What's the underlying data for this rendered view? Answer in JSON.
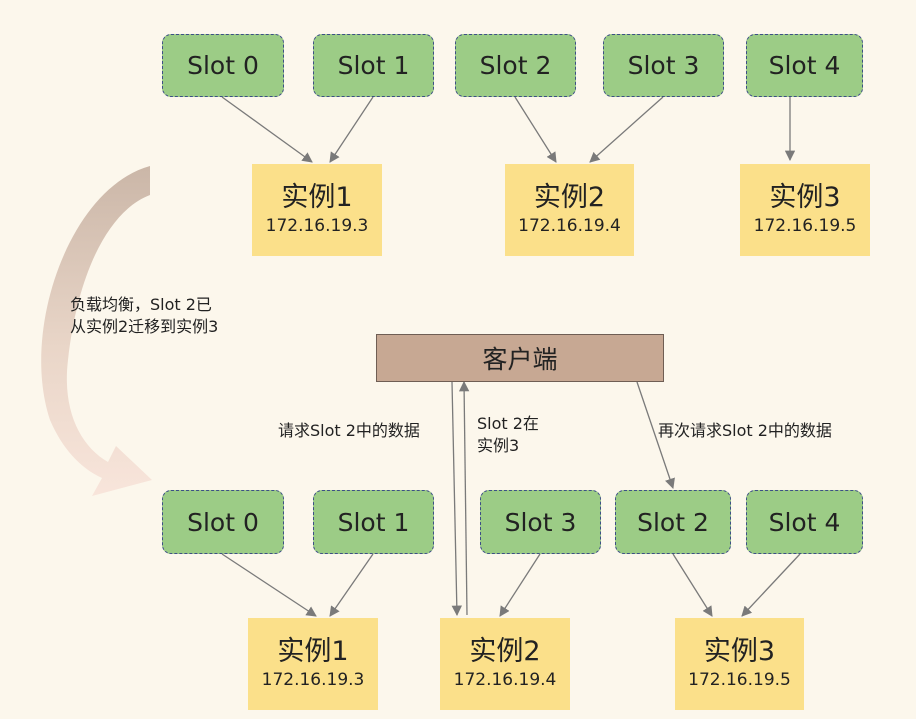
{
  "top": {
    "slots": [
      "Slot 0",
      "Slot 1",
      "Slot 2",
      "Slot 3",
      "Slot 4"
    ],
    "instances": [
      {
        "name": "实例1",
        "ip": "172.16.19.3"
      },
      {
        "name": "实例2",
        "ip": "172.16.19.4"
      },
      {
        "name": "实例3",
        "ip": "172.16.19.5"
      }
    ]
  },
  "migration_note": {
    "line1": "负载均衡，Slot 2已",
    "line2": "从实例2迁移到实例3"
  },
  "client": {
    "label": "客户端"
  },
  "labels": {
    "request": "请求Slot 2中的数据",
    "reply_line1": "Slot 2在",
    "reply_line2": "实例3",
    "retry": "再次请求Slot 2中的数据"
  },
  "bottom": {
    "slots": [
      "Slot 0",
      "Slot 1",
      "Slot 3",
      "Slot 2",
      "Slot 4"
    ],
    "instances": [
      {
        "name": "实例1",
        "ip": "172.16.19.3"
      },
      {
        "name": "实例2",
        "ip": "172.16.19.4"
      },
      {
        "name": "实例3",
        "ip": "172.16.19.5"
      }
    ]
  },
  "colors": {
    "background": "#fcf7ec",
    "slot_fill": "#9ccc86",
    "slot_border": "#3d4f86",
    "instance_fill": "#fbe08a",
    "client_fill": "#c7a893",
    "arrow": "#7a7a7a"
  }
}
